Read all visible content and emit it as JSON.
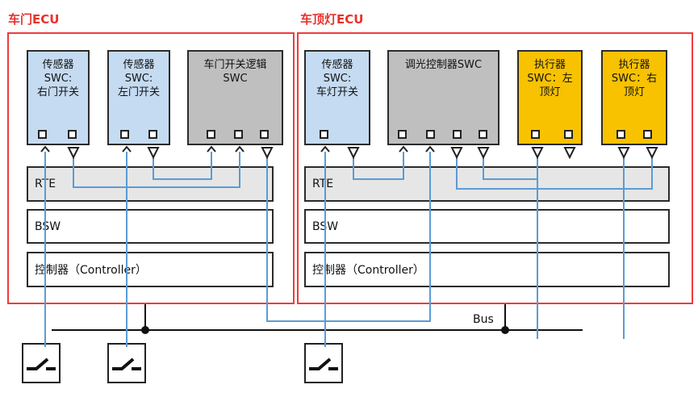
{
  "door_ecu": {
    "title": "车门ECU",
    "swcs": [
      {
        "text": "传感器\nSWC:\n右门开关"
      },
      {
        "text": "传感器\nSWC:\n左门开关"
      },
      {
        "text": "车门开关逻辑\nSWC"
      }
    ],
    "rte": "RTE",
    "bsw": "BSW",
    "controller": "控制器（Controller）"
  },
  "light_ecu": {
    "title": "车顶灯ECU",
    "swcs": [
      {
        "text": "传感器\nSWC:\n车灯开关"
      },
      {
        "text": "调光控制器SWC"
      },
      {
        "text": "执行器\nSWC：左\n顶灯"
      },
      {
        "text": "执行器\nSWC：右\n顶灯"
      }
    ],
    "rte": "RTE",
    "bsw": "BSW",
    "controller": "控制器（Controller）"
  },
  "bus": {
    "label": "Bus"
  },
  "colors": {
    "ecu_border": "#ef3b3b",
    "sensor_fill": "#c5dbf1",
    "logic_fill": "#bfbfbf",
    "actuator_fill": "#f8c200",
    "signal_line": "#5b9bd5"
  },
  "icons": {
    "switch": "switch-icon",
    "port_out": "output-port-square",
    "port_in": "input-port-triangle"
  }
}
